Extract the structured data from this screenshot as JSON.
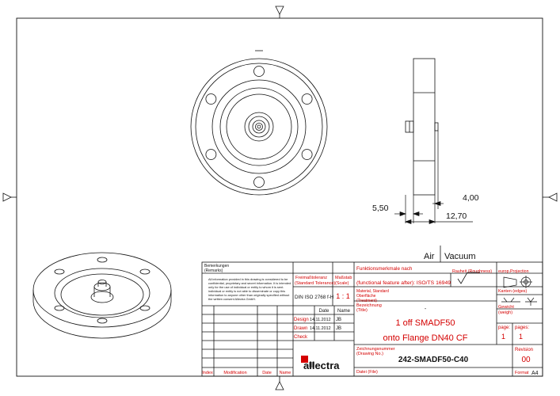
{
  "drawing": {
    "dimensions": {
      "d1": "5,50",
      "d2": "4,00",
      "d3": "12,70"
    },
    "side_labels": {
      "left": "Air",
      "right": "Vacuum"
    }
  },
  "title_block": {
    "remarks_label": "Bemerkungen",
    "remarks_label_en": "(Remarks)",
    "confidentiality_note": [
      "All information provided in this drawing is considered to be",
      "confidential, proprietary and secret information. It is intended",
      "only for the use of individual or entity to whom it is sent.",
      "individual or entity is not able to disseminate or copy this",
      "information to anyone other than originally specified without",
      "the written consent Allectra GmbH."
    ],
    "tolerance_label": "Freimaßtoleranz",
    "tolerance_label_en": "(Standard Tolerance)",
    "tolerance_value": "DIN ISO 2768 f-H",
    "scale_label": "Maßstab",
    "scale_label_en": "(Scale)",
    "scale_value": "1 : 1",
    "function_label": "Funktionsmerkmale nach",
    "function_label_en": "(functional feature after): ISO/TS 16949",
    "roughness_label": "Rauheit (Roughness)",
    "projection_label": "europ.Projection",
    "material_label": "Material, Standard",
    "surface_label": "Oberfläche",
    "surface_label_en": "(Treatment)",
    "edges_label": "Kanten (edges)",
    "date_header": "Date",
    "name_header": "Name",
    "design_label": "Design",
    "design_date": "14.11.2012",
    "design_name": "JB",
    "drawn_label": "Drawn",
    "drawn_date": "14.11.2012",
    "drawn_name": "JB",
    "check_label": "Check",
    "designation_label": "Bezeichnung",
    "designation_label_en": "(Title)",
    "designation_dash": "-",
    "title_line1": "1 off SMADF50",
    "title_line2": "onto Flange DN40 CF",
    "weight_label": "Gewicht",
    "weight_label_en": "(weigh)",
    "page_label": "page:",
    "page_value": "1",
    "pages_label": "pages:",
    "pages_value": "1",
    "drawing_no_label": "Zeichnungsnummer",
    "drawing_no_label_en": "(Drawing No.)",
    "drawing_no": "242-SMADF50-C40",
    "revision_label": "Revision",
    "revision_value": "00",
    "file_label": "Datei (File)",
    "format_label": "Format",
    "format_value": "A4",
    "logo_text": "allectra",
    "rev_headers": {
      "index": "Index",
      "modification": "Modification",
      "date": "Date",
      "name": "Name"
    }
  }
}
